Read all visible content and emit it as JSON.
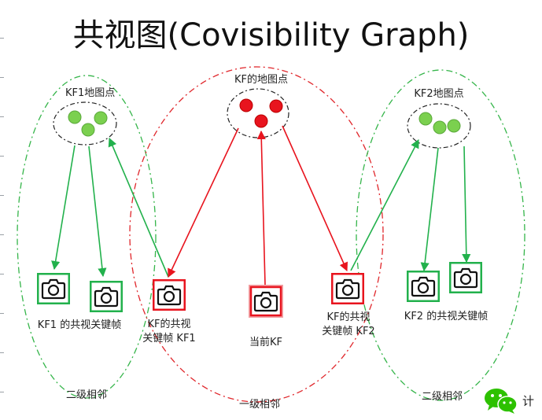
{
  "title": "共视图(Covisibility Graph)",
  "map_points": {
    "kf1": "KF1地图点",
    "kf": "KF的地图点",
    "kf2": "KF2地图点"
  },
  "cameras": {
    "kf1_covis": "KF1 的共视关键帧",
    "kf_covis_kf1_line1": "KF的共视",
    "kf_covis_kf1_line2": "关键帧 KF1",
    "current": "当前KF",
    "kf_covis_kf2_line1": "KF的共视",
    "kf_covis_kf2_line2": "关键帧 KF2",
    "kf2_covis": "KF2 的共视关键帧"
  },
  "regions": {
    "second_left": "二级相邻",
    "first": "一级相邻",
    "second_right": "二级相邻"
  },
  "watermark": {
    "icon": "wechat-icon",
    "text": "计"
  },
  "colors": {
    "green": "#22b14c",
    "red": "#e8141e",
    "green_dash": "#35b54a",
    "red_dash": "#e0262b",
    "green_point": "#7bd04f",
    "red_point": "#e8141e"
  }
}
